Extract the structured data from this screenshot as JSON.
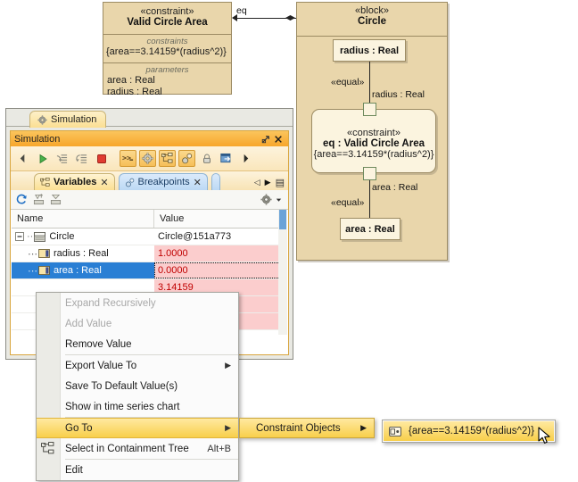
{
  "diagram": {
    "constraint_block": {
      "stereotype": "«constraint»",
      "name": "Valid Circle Area",
      "constraints_label": "constraints",
      "constraint_expr": "{area==3.14159*(radius^2)}",
      "parameters_label": "parameters",
      "param1": "area : Real",
      "param2": "radius : Real"
    },
    "connector_label": "eq",
    "circle_block": {
      "stereotype": "«block»",
      "name": "Circle",
      "radius_prop": "radius : Real",
      "area_prop": "area : Real",
      "binding_top": "«equal»",
      "binding_bottom": "«equal»",
      "port_top_label": "radius : Real",
      "port_bottom_label": "area : Real",
      "inner_constraint": {
        "stereotype": "«constraint»",
        "name": "eq : Valid Circle Area",
        "expr": "{area==3.14159*(radius^2)}"
      }
    }
  },
  "simulation_window": {
    "document_tab": {
      "label": "Simulation",
      "icon": "gear-icon"
    },
    "panel_title": "Simulation",
    "title_buttons": [
      {
        "name": "restore-button",
        "glyph": "❐"
      },
      {
        "name": "close-button",
        "glyph": "✕"
      }
    ],
    "toolbar": [
      {
        "name": "step-back-button",
        "icon": "left-triangle-icon",
        "active": false
      },
      {
        "name": "run-button",
        "icon": "play-icon",
        "active": false
      },
      {
        "name": "step-into-button",
        "icon": "step-into-icon",
        "active": false
      },
      {
        "name": "step-over-button",
        "icon": "step-over-icon",
        "active": false
      },
      {
        "name": "terminate-button",
        "icon": "stop-square-icon",
        "active": false
      },
      {
        "name": "console-button",
        "icon": "console-prompt-icon",
        "active": true
      },
      {
        "name": "settings-button",
        "icon": "gear-icon",
        "active": true
      },
      {
        "name": "variables-button",
        "icon": "variables-tree-icon",
        "active": true
      },
      {
        "name": "breakpoints-button",
        "icon": "breakpoints-icon",
        "active": true
      },
      {
        "name": "lock-button",
        "icon": "lock-icon",
        "active": false
      },
      {
        "name": "open-window-button",
        "icon": "external-window-icon",
        "active": false
      },
      {
        "name": "step-forward-button",
        "icon": "right-triangle-icon",
        "active": false
      }
    ],
    "view_tabs": [
      {
        "label": "Variables",
        "icon": "variables-tree-icon",
        "active": true,
        "closable": true
      },
      {
        "label": "Breakpoints",
        "icon": "breakpoints-icon",
        "active": false,
        "closable": true
      }
    ],
    "tab_nav": [
      {
        "name": "tab-scroll-left-button",
        "glyph": "◁"
      },
      {
        "name": "tab-scroll-right-button",
        "glyph": "▶"
      },
      {
        "name": "tab-list-button",
        "glyph": "▤"
      }
    ],
    "table_toolbar": [
      {
        "name": "refresh-button",
        "icon": "refresh-icon"
      },
      {
        "name": "expand-all-button",
        "icon": "expand-all-icon"
      },
      {
        "name": "collapse-all-button",
        "icon": "collapse-all-icon"
      },
      {
        "name": "options-gear-button",
        "icon": "gear-icon"
      },
      {
        "name": "options-dropdown-button",
        "icon": "chevron-down-icon"
      }
    ],
    "table": {
      "columns": [
        "Name",
        "Value"
      ],
      "rows": [
        {
          "name": "Circle",
          "value": "Circle@151a773",
          "indent": 0,
          "icon": "block-instance-icon",
          "expander": "minus",
          "selected": false,
          "warn": false
        },
        {
          "name": "radius : Real",
          "value": "1.0000",
          "indent": 1,
          "icon": "value-property-icon",
          "expander": "none",
          "selected": false,
          "warn": true
        },
        {
          "name": "area : Real",
          "value": "0.0000",
          "indent": 1,
          "icon": "value-property-icon",
          "expander": "none",
          "selected": true,
          "warn": true
        },
        {
          "name": "",
          "value": "3.14159",
          "indent": 1,
          "icon": "",
          "expander": "none",
          "selected": false,
          "warn": true
        },
        {
          "name": "",
          "value": "",
          "indent": 1,
          "icon": "",
          "expander": "none",
          "selected": false,
          "warn": true
        },
        {
          "name": "",
          "value": "",
          "indent": 1,
          "icon": "",
          "expander": "none",
          "selected": false,
          "warn": true
        }
      ]
    }
  },
  "context_menu": {
    "items": [
      {
        "label": "Expand Recursively",
        "disabled": true,
        "submenu": false,
        "accel": "",
        "icon": "",
        "highlighted": false,
        "separator_after": false
      },
      {
        "label": "Add Value",
        "disabled": true,
        "submenu": false,
        "accel": "",
        "icon": "",
        "highlighted": false,
        "separator_after": false
      },
      {
        "label": "Remove Value",
        "disabled": false,
        "submenu": false,
        "accel": "",
        "icon": "",
        "highlighted": false,
        "separator_after": true
      },
      {
        "label": "Export Value To",
        "disabled": false,
        "submenu": true,
        "accel": "",
        "icon": "",
        "highlighted": false,
        "separator_after": false
      },
      {
        "label": "Save To Default Value(s)",
        "disabled": false,
        "submenu": false,
        "accel": "",
        "icon": "",
        "highlighted": false,
        "separator_after": false
      },
      {
        "label": "Show in time series chart",
        "disabled": false,
        "submenu": false,
        "accel": "",
        "icon": "",
        "highlighted": false,
        "separator_after": true
      },
      {
        "label": "Go To",
        "disabled": false,
        "submenu": true,
        "accel": "",
        "icon": "",
        "highlighted": true,
        "separator_after": false
      },
      {
        "label": "Select in Containment Tree",
        "disabled": false,
        "submenu": false,
        "accel": "Alt+B",
        "icon": "containment-tree-icon",
        "highlighted": false,
        "separator_after": false
      },
      {
        "label": "Edit",
        "disabled": false,
        "submenu": false,
        "accel": "",
        "icon": "",
        "highlighted": false,
        "separator_after": false
      }
    ]
  },
  "submenu_goto": {
    "label": "Constraint Objects",
    "arrow": "▶"
  },
  "submenu_constraint_objects": {
    "label": "{area==3.14159*(radius^2)}",
    "icon": "constraint-object-icon"
  },
  "colors": {
    "sysml_fill": "#e9d6ab",
    "sysml_inner_fill": "#fbf4df",
    "sysml_border": "#9c8b63",
    "accent_orange": "#f7a62b",
    "menu_highlight": "#f8cf4b",
    "selection_blue": "#2a7fd4",
    "warn_cell_bg": "#fbcdcd",
    "warn_text": "#c00000"
  }
}
